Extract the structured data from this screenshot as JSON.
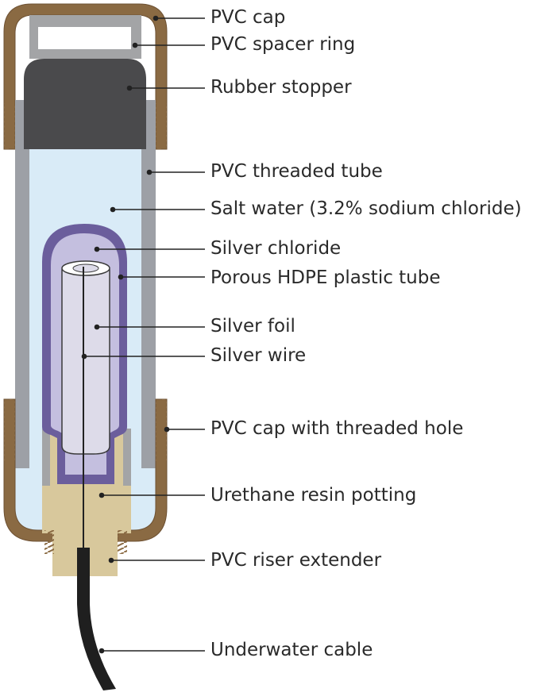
{
  "diagram": {
    "colors": {
      "cap_brown": "#8a6a43",
      "cap_brown_dark": "#6e5133",
      "thread_brown": "#9a7a52",
      "tube_gray": "#9da0a6",
      "spacer_gray": "#a3a4a6",
      "stopper": "#4a4a4c",
      "salt_water": "#d9ebf7",
      "hdpe_purple": "#6b5e9c",
      "silver_chloride": "#c4bfdf",
      "silver_foil": "#dddbe9",
      "resin": "#d8c89c",
      "cable": "#1f1f1f",
      "leader_line": "#222222"
    },
    "labels": [
      {
        "key": "pvc_cap",
        "text": "PVC cap"
      },
      {
        "key": "pvc_spacer_ring",
        "text": "PVC spacer ring"
      },
      {
        "key": "rubber_stopper",
        "text": "Rubber stopper"
      },
      {
        "key": "pvc_threaded_tube",
        "text": "PVC threaded tube"
      },
      {
        "key": "salt_water",
        "text": "Salt water (3.2% sodium chloride)"
      },
      {
        "key": "silver_chloride",
        "text": "Silver chloride"
      },
      {
        "key": "porous_hdpe",
        "text": "Porous HDPE plastic tube"
      },
      {
        "key": "silver_foil",
        "text": "Silver foil"
      },
      {
        "key": "silver_wire",
        "text": "Silver wire"
      },
      {
        "key": "pvc_cap_threaded_hole",
        "text": "PVC cap with threaded hole"
      },
      {
        "key": "urethane_resin",
        "text": "Urethane resin potting"
      },
      {
        "key": "pvc_riser_extender",
        "text": "PVC riser extender"
      },
      {
        "key": "underwater_cable",
        "text": "Underwater cable"
      }
    ]
  }
}
